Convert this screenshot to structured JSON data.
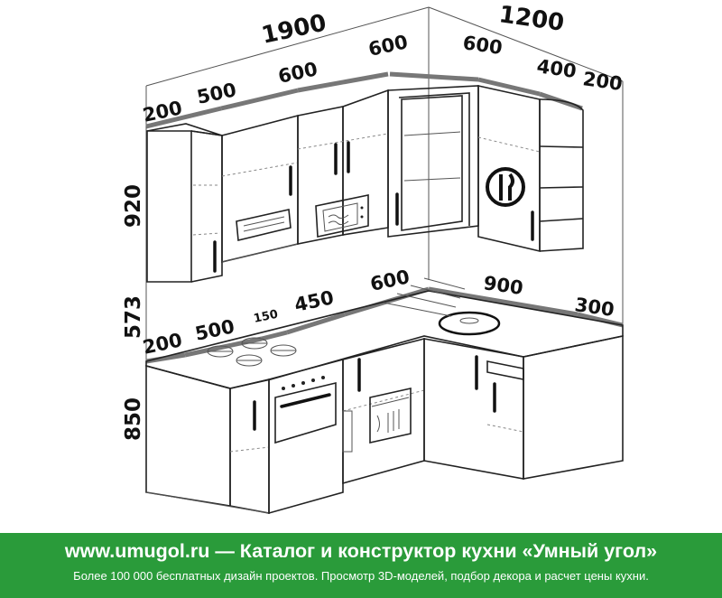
{
  "dimensions": {
    "top_overall_left": "1900",
    "top_overall_right": "1200",
    "upper_200_left": "200",
    "upper_500": "500",
    "upper_600_mid": "600",
    "upper_600_corner_left": "600",
    "upper_600_corner_right": "600",
    "upper_400": "400",
    "upper_200_right": "200",
    "height_920": "920",
    "height_573": "573",
    "height_850": "850",
    "lower_200": "200",
    "lower_500": "500",
    "lower_150": "150",
    "lower_450": "450",
    "lower_600": "600",
    "lower_900": "900",
    "lower_300": "300"
  },
  "banner": {
    "title": "www.umugol.ru  —  Каталог и конструктор кухни «Умный угол»",
    "subtitle": "Более 100 000 бесплатных дизайн проектов. Просмотр 3D-моделей, подбор декора и расчет цены кухни.",
    "background_color": "#2a9b3a",
    "text_color": "#ffffff"
  },
  "colors": {
    "line": "#222222",
    "dimension_band": "#777777",
    "background": "#ffffff"
  }
}
